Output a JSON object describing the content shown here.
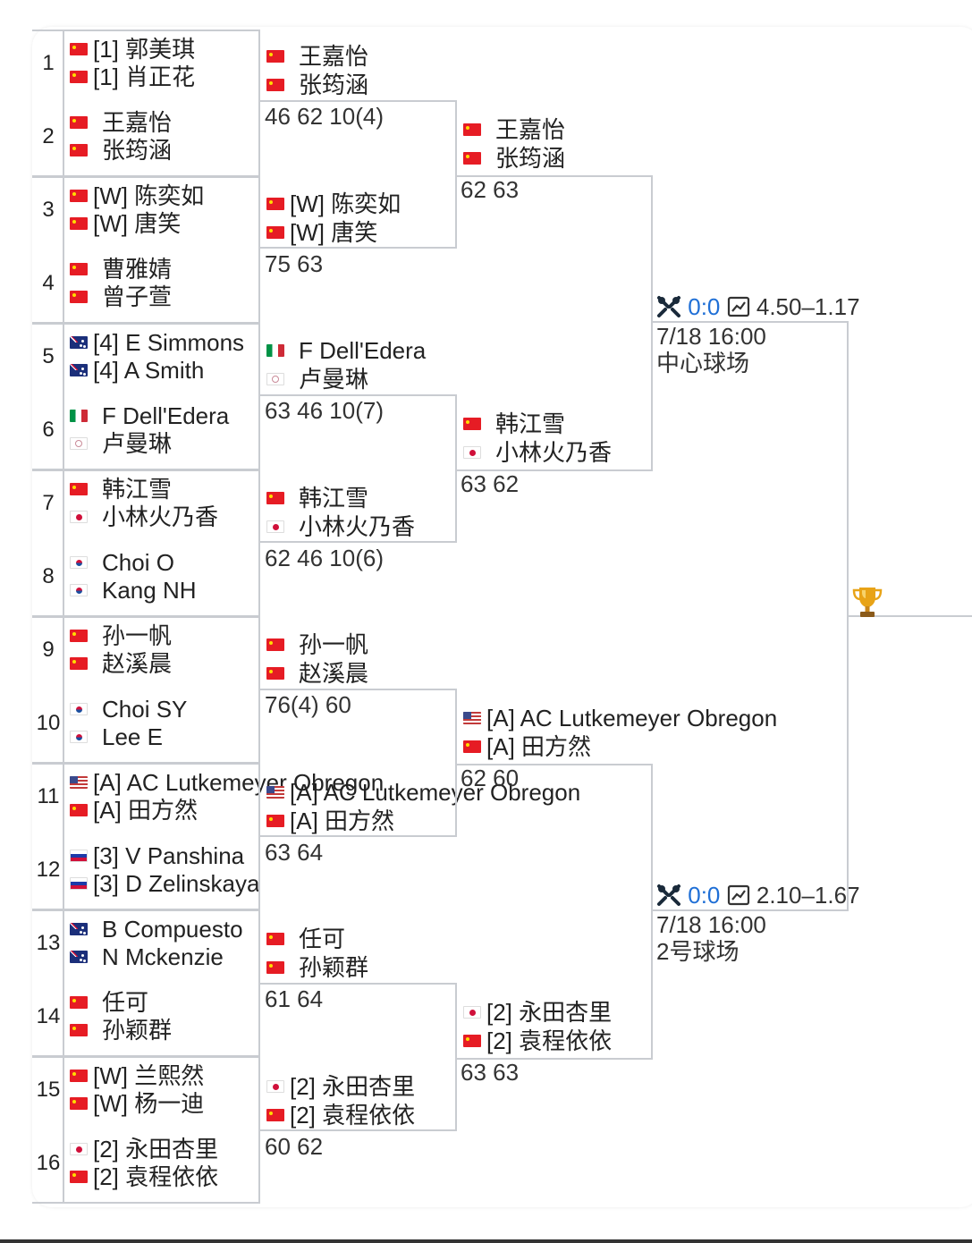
{
  "r1": [
    {
      "seed": "1",
      "players": [
        {
          "flag": "cn",
          "name": "[1] 郭美琪"
        },
        {
          "flag": "cn",
          "name": "[1] 肖正花"
        }
      ]
    },
    {
      "seed": "2",
      "players": [
        {
          "flag": "cn",
          "name": "王嘉怡"
        },
        {
          "flag": "cn",
          "name": "张筠涵"
        }
      ]
    },
    {
      "seed": "3",
      "players": [
        {
          "flag": "cn",
          "name": "[W] 陈奕如"
        },
        {
          "flag": "cn",
          "name": "[W] 唐笑"
        }
      ]
    },
    {
      "seed": "4",
      "players": [
        {
          "flag": "cn",
          "name": "曹雅婧"
        },
        {
          "flag": "cn",
          "name": "曾子萱"
        }
      ]
    },
    {
      "seed": "5",
      "players": [
        {
          "flag": "au",
          "name": "[4] E Simmons"
        },
        {
          "flag": "au",
          "name": "[4] A Smith"
        }
      ]
    },
    {
      "seed": "6",
      "players": [
        {
          "flag": "it",
          "name": "F Dell'Edera"
        },
        {
          "flag": "tw",
          "name": "卢曼琳"
        }
      ]
    },
    {
      "seed": "7",
      "players": [
        {
          "flag": "cn",
          "name": "韩江雪"
        },
        {
          "flag": "jp",
          "name": "小林火乃香"
        }
      ]
    },
    {
      "seed": "8",
      "players": [
        {
          "flag": "kr",
          "name": "Choi O"
        },
        {
          "flag": "kr",
          "name": "Kang NH"
        }
      ]
    },
    {
      "seed": "9",
      "players": [
        {
          "flag": "cn",
          "name": "孙一帆"
        },
        {
          "flag": "cn",
          "name": "赵溪晨"
        }
      ]
    },
    {
      "seed": "10",
      "players": [
        {
          "flag": "kr",
          "name": "Choi SY"
        },
        {
          "flag": "kr",
          "name": "Lee E"
        }
      ]
    },
    {
      "seed": "11",
      "players": [
        {
          "flag": "us",
          "name": "[A] AC Lutkemeyer Obregon"
        },
        {
          "flag": "cn",
          "name": "[A] 田方然"
        }
      ]
    },
    {
      "seed": "12",
      "players": [
        {
          "flag": "ru",
          "name": "[3] V Panshina"
        },
        {
          "flag": "ru",
          "name": "[3] D Zelinskaya"
        }
      ]
    },
    {
      "seed": "13",
      "players": [
        {
          "flag": "au",
          "name": "B Compuesto"
        },
        {
          "flag": "au",
          "name": "N Mckenzie"
        }
      ]
    },
    {
      "seed": "14",
      "players": [
        {
          "flag": "cn",
          "name": "任可"
        },
        {
          "flag": "cn",
          "name": "孙颖群"
        }
      ]
    },
    {
      "seed": "15",
      "players": [
        {
          "flag": "cn",
          "name": "[W] 兰熙然"
        },
        {
          "flag": "cn",
          "name": "[W] 杨一迪"
        }
      ]
    },
    {
      "seed": "16",
      "players": [
        {
          "flag": "jp",
          "name": "[2] 永田杏里"
        },
        {
          "flag": "cn",
          "name": "[2] 袁程依依"
        }
      ]
    }
  ],
  "r2": [
    {
      "players": [
        {
          "flag": "cn",
          "name": "王嘉怡"
        },
        {
          "flag": "cn",
          "name": "张筠涵"
        }
      ],
      "score": "46 62 10(4)"
    },
    {
      "players": [
        {
          "flag": "cn",
          "name": "[W] 陈奕如"
        },
        {
          "flag": "cn",
          "name": "[W] 唐笑"
        }
      ],
      "score": "75 63"
    },
    {
      "players": [
        {
          "flag": "it",
          "name": "F Dell'Edera"
        },
        {
          "flag": "tw",
          "name": "卢曼琳"
        }
      ],
      "score": "63 46 10(7)"
    },
    {
      "players": [
        {
          "flag": "cn",
          "name": "韩江雪"
        },
        {
          "flag": "jp",
          "name": "小林火乃香"
        }
      ],
      "score": "62 46 10(6)"
    },
    {
      "players": [
        {
          "flag": "cn",
          "name": "孙一帆"
        },
        {
          "flag": "cn",
          "name": "赵溪晨"
        }
      ],
      "score": "76(4) 60"
    },
    {
      "players": [
        {
          "flag": "us",
          "name": "[A] AC Lutkemeyer Obregon"
        },
        {
          "flag": "cn",
          "name": "[A] 田方然"
        }
      ],
      "score": "63 64"
    },
    {
      "players": [
        {
          "flag": "cn",
          "name": "任可"
        },
        {
          "flag": "cn",
          "name": "孙颖群"
        }
      ],
      "score": "61 64"
    },
    {
      "players": [
        {
          "flag": "jp",
          "name": "[2] 永田杏里"
        },
        {
          "flag": "cn",
          "name": "[2] 袁程依依"
        }
      ],
      "score": "60 62"
    }
  ],
  "r3": [
    {
      "players": [
        {
          "flag": "cn",
          "name": "王嘉怡"
        },
        {
          "flag": "cn",
          "name": "张筠涵"
        }
      ],
      "score": "62 63"
    },
    {
      "players": [
        {
          "flag": "cn",
          "name": "韩江雪"
        },
        {
          "flag": "jp",
          "name": "小林火乃香"
        }
      ],
      "score": "63 62"
    },
    {
      "players": [
        {
          "flag": "us",
          "name": "[A] AC Lutkemeyer Obregon"
        },
        {
          "flag": "cn",
          "name": "[A] 田方然"
        }
      ],
      "score": "62 60"
    },
    {
      "players": [
        {
          "flag": "jp",
          "name": "[2] 永田杏里"
        },
        {
          "flag": "cn",
          "name": "[2] 袁程依依"
        }
      ],
      "score": "63 63"
    }
  ],
  "semis": [
    {
      "h2h": "0:0",
      "odds": "4.50–1.17",
      "time": "7/18 16:00",
      "court": "中心球场"
    },
    {
      "h2h": "0:0",
      "odds": "2.10–1.67",
      "time": "7/18 16:00",
      "court": "2号球场"
    }
  ],
  "colors": {
    "accent": "#1f6fd6",
    "line": "#c9ccd1",
    "trophy": "#e0a21a"
  },
  "icons": {
    "h2h": "crossed-rackets-icon",
    "odds": "trend-chart-icon",
    "final": "trophy-icon"
  }
}
